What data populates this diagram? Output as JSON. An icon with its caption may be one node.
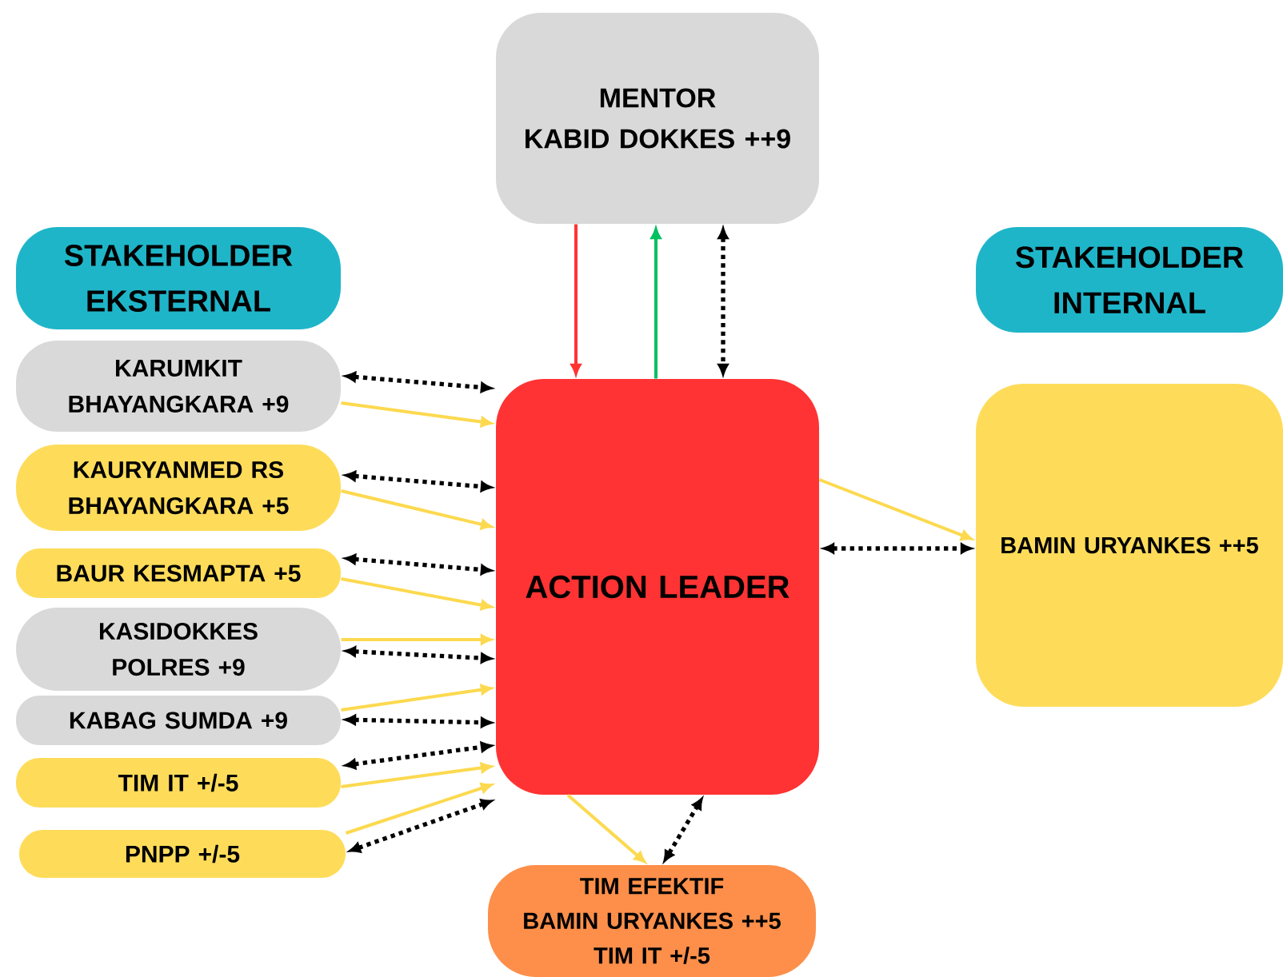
{
  "diagram": {
    "nodes": [
      {
        "text": [
          "MENTOR",
          "KABID DOKKES ++9"
        ]
      },
      {
        "text": [
          "STAKEHOLDER EKSTERNAL"
        ]
      },
      {
        "text": [
          "STAKEHOLDER INTERNAL"
        ]
      },
      {
        "text": [
          "KARUMKIT BHAYANGKARA +9"
        ]
      },
      {
        "text": [
          "KAURYANMED RS BHAYANGKARA +5"
        ]
      },
      {
        "text": [
          "BAUR KESMAPTA +5"
        ]
      },
      {
        "text": [
          "KASIDOKKES POLRES +9"
        ]
      },
      {
        "text": [
          "KABAG SUMDA +9"
        ]
      },
      {
        "text": [
          "TIM IT +/-5"
        ]
      },
      {
        "text": [
          "PNPP +/-5"
        ]
      },
      {
        "text": [
          "ACTION LEADER"
        ]
      },
      {
        "text": [
          "BAMIN URYANKES ++5"
        ]
      },
      {
        "text": [
          "TIM EFEKTIF",
          "BAMIN URYANKES ++5",
          "TIM IT +/-5"
        ]
      }
    ],
    "edges": [
      {
        "from": 0,
        "to": 10,
        "arrow": "to",
        "color": "#ff3333"
      },
      {
        "from": 10,
        "to": 0,
        "arrow": "to",
        "color": "#00c060"
      },
      {
        "from": 0,
        "to": 10,
        "arrow": "both",
        "style": "dashed"
      },
      {
        "from": 3,
        "to": 10,
        "arrow": "both",
        "style": "dashed"
      },
      {
        "from": 3,
        "to": 10,
        "arrow": "to",
        "color": "#fcd94f"
      },
      {
        "from": 4,
        "to": 10,
        "arrow": "both",
        "style": "dashed"
      },
      {
        "from": 4,
        "to": 10,
        "arrow": "to",
        "color": "#fcd94f"
      },
      {
        "from": 5,
        "to": 10,
        "arrow": "both",
        "style": "dashed"
      },
      {
        "from": 5,
        "to": 10,
        "arrow": "to",
        "color": "#fcd94f"
      },
      {
        "from": 6,
        "to": 10,
        "arrow": "both",
        "style": "dashed"
      },
      {
        "from": 6,
        "to": 10,
        "arrow": "to",
        "color": "#fcd94f"
      },
      {
        "from": 7,
        "to": 10,
        "arrow": "both",
        "style": "dashed"
      },
      {
        "from": 7,
        "to": 10,
        "arrow": "to",
        "color": "#fcd94f"
      },
      {
        "from": 8,
        "to": 10,
        "arrow": "both",
        "style": "dashed"
      },
      {
        "from": 8,
        "to": 10,
        "arrow": "to",
        "color": "#fcd94f"
      },
      {
        "from": 9,
        "to": 10,
        "arrow": "both",
        "style": "dashed"
      },
      {
        "from": 9,
        "to": 10,
        "arrow": "to",
        "color": "#fcd94f"
      },
      {
        "from": 10,
        "to": 11,
        "arrow": "to",
        "color": "#fcd94f"
      },
      {
        "from": 10,
        "to": 11,
        "arrow": "both",
        "style": "dashed"
      },
      {
        "from": 10,
        "to": 12,
        "arrow": "to",
        "color": "#fcd94f"
      },
      {
        "from": 12,
        "to": 10,
        "arrow": "both",
        "style": "dashed"
      }
    ]
  }
}
